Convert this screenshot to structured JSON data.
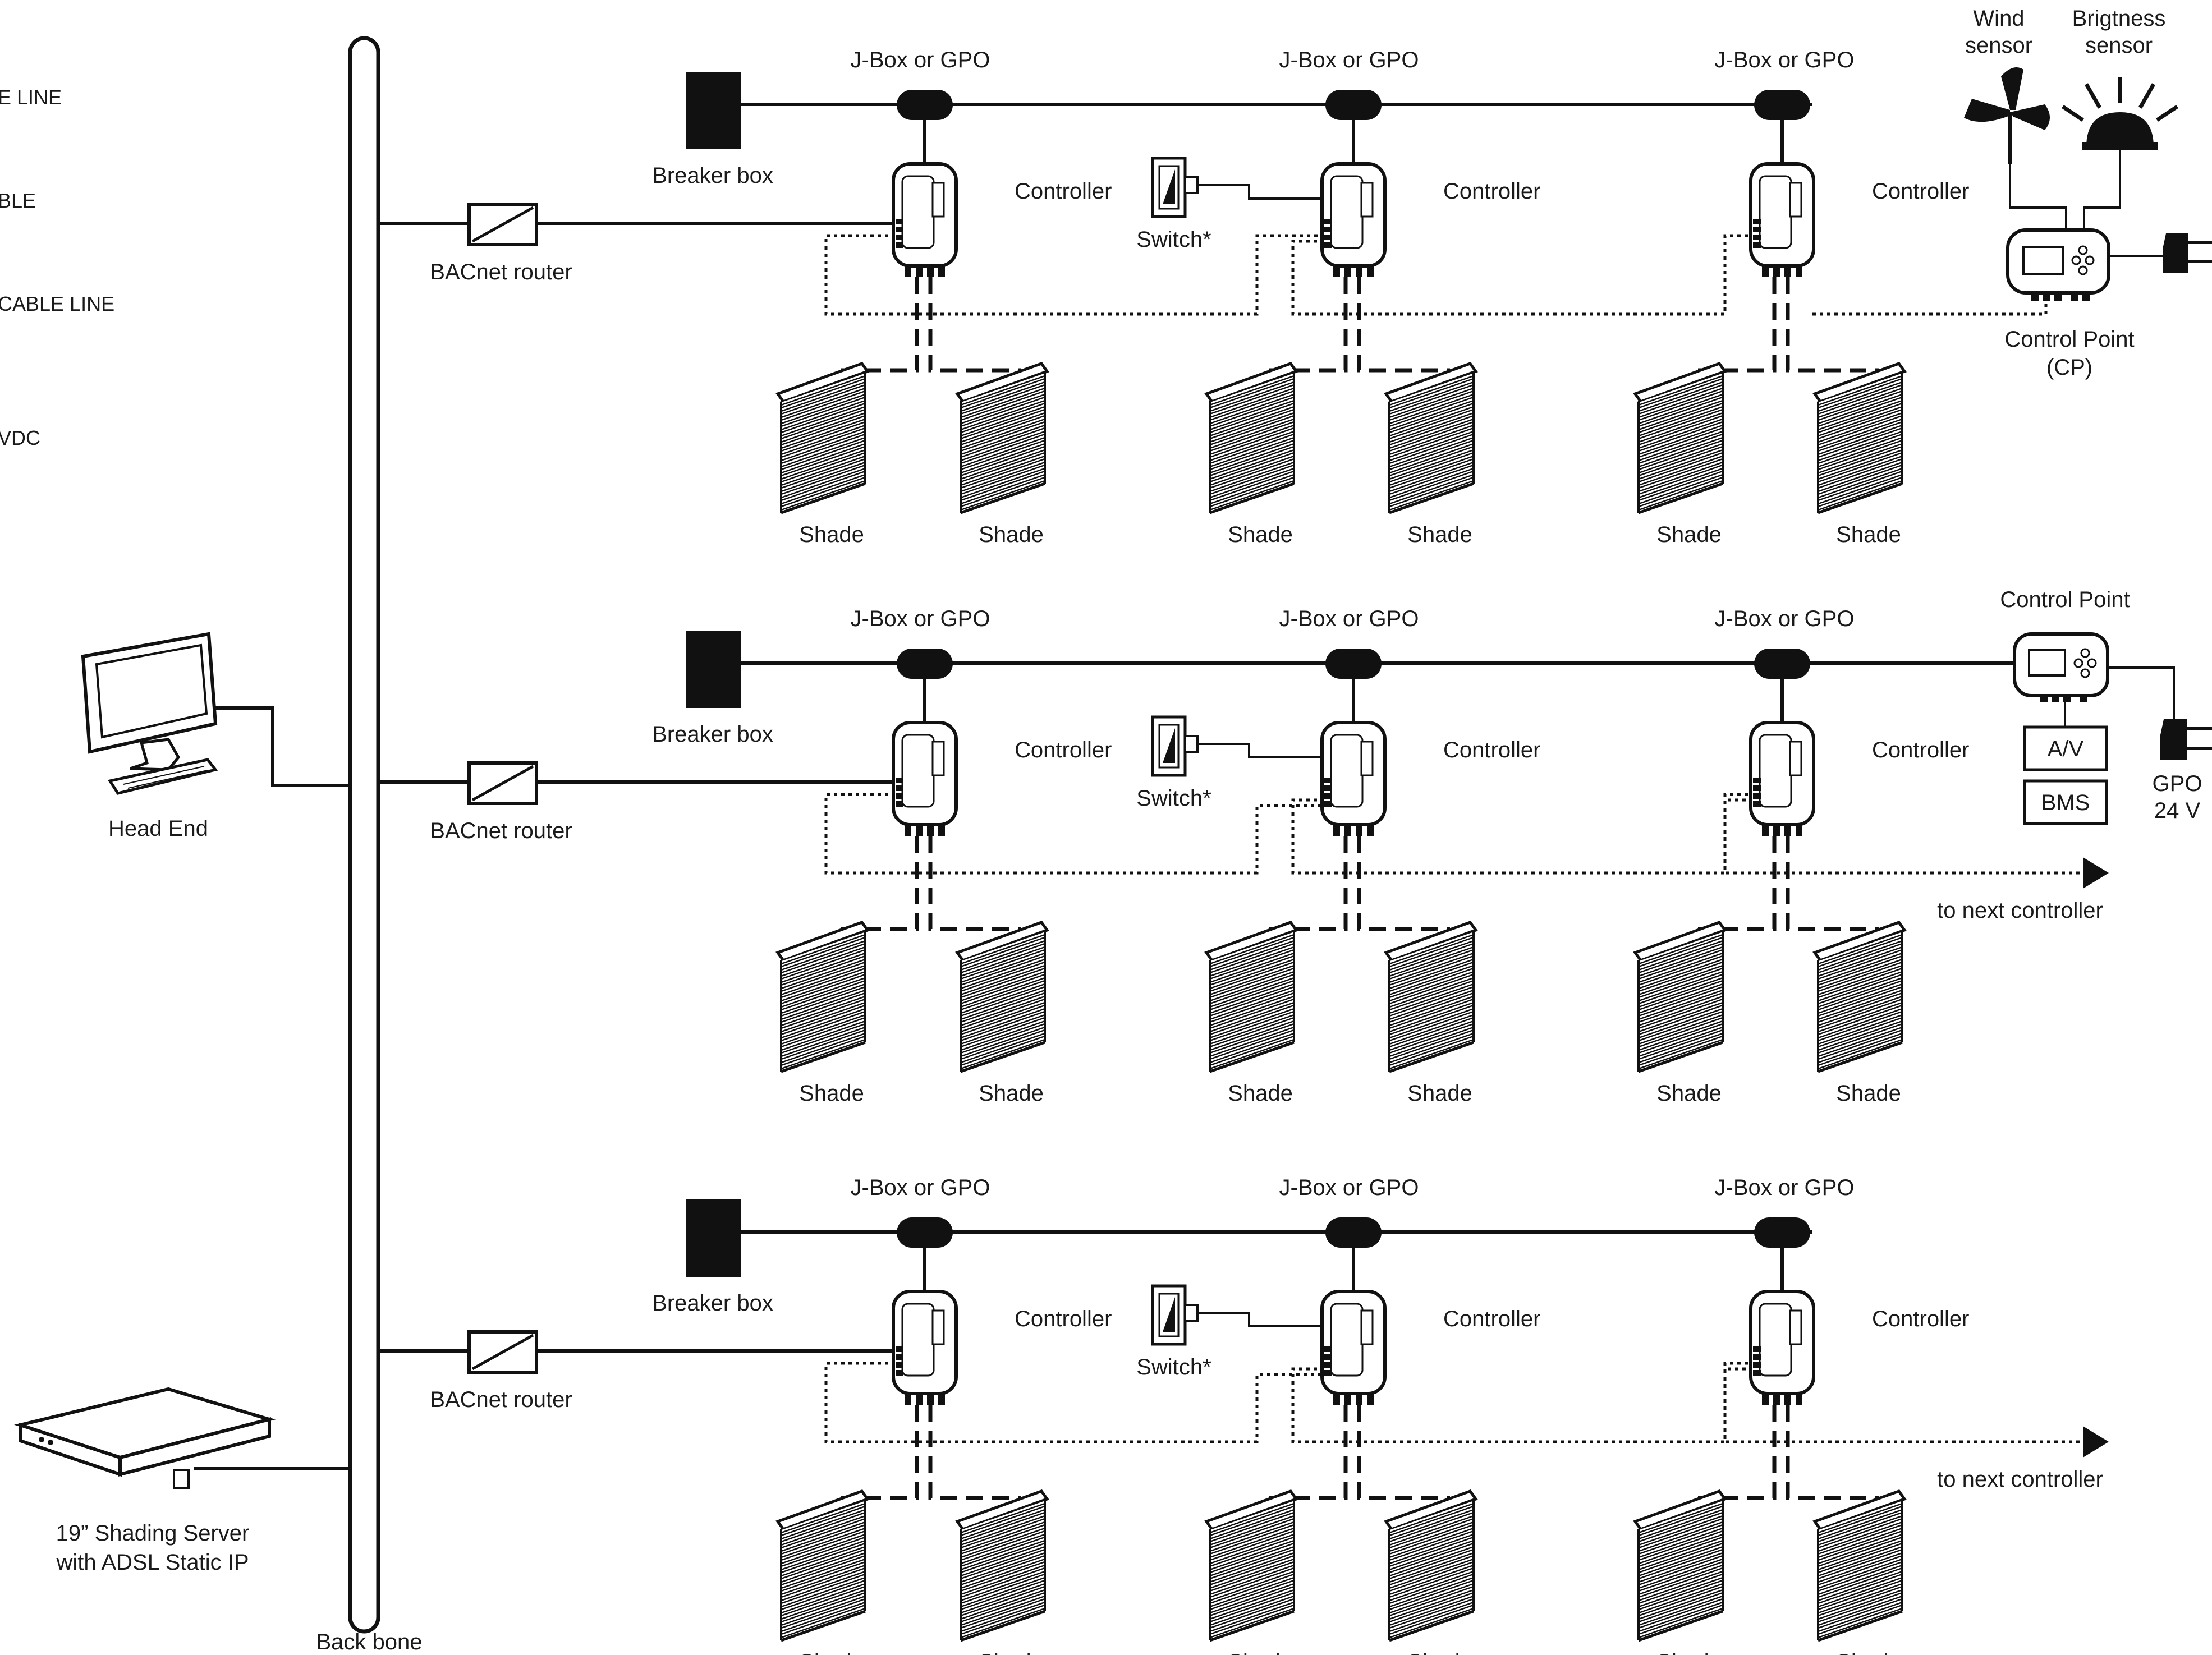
{
  "legend": {
    "items": [
      "E LINE",
      "BLE",
      "CABLE LINE",
      "VDC"
    ]
  },
  "left": {
    "head_end": "Head End",
    "server_line1": "19” Shading Server",
    "server_line2": "with ADSL Static IP",
    "backbone": "Back bone"
  },
  "common": {
    "jbox": "J-Box or GPO",
    "breaker": "Breaker box",
    "controller": "Controller",
    "switch": "Switch*",
    "router": "BACnet router",
    "shade": "Shade",
    "next_controller": "to next controller"
  },
  "row1": {
    "wind_line1": "Wind",
    "wind_line2": "sensor",
    "bright_line1": "Brigtness",
    "bright_line2": "sensor",
    "cp_line1": "Control Point",
    "cp_line2": "(CP)"
  },
  "row2": {
    "cp_label": "Control Point",
    "av": "A/V",
    "bms": "BMS",
    "gpo_line1": "GPO",
    "gpo_line2": "24 V"
  },
  "icons": [
    "monitor-icon",
    "server-icon",
    "router-icon",
    "breaker-box-icon",
    "jbox-icon",
    "controller-icon",
    "switch-icon",
    "shade-icon",
    "wind-sensor-icon",
    "brightness-sensor-icon",
    "control-point-icon",
    "plug-icon",
    "arrow-icon"
  ]
}
